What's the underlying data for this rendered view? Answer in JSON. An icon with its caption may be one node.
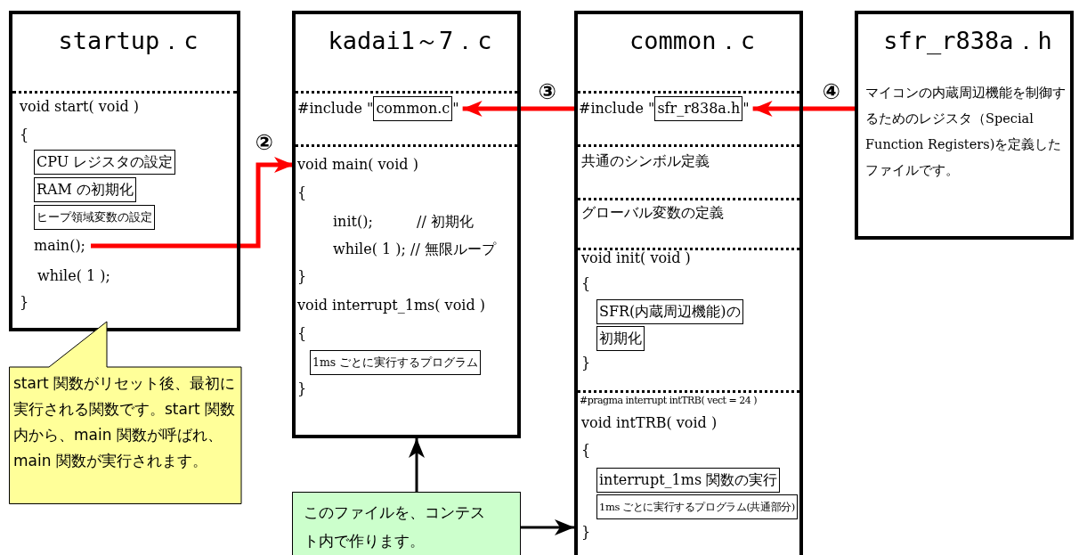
{
  "diagram": {
    "nodes": [
      {
        "text": [
          "startup．c",
          "void start( void )",
          "{",
          "while( 1 );",
          "}"
        ]
      },
      {
        "text": [
          "CPU レジスタの設定"
        ],
        "in": 0
      },
      {
        "text": [
          "RAM の初期化"
        ],
        "in": 0
      },
      {
        "text": [
          "ヒープ領域変数の設定"
        ],
        "in": 0
      },
      {
        "text": [
          "main();"
        ],
        "in": 0
      },
      {
        "text": [
          "kadai1～7．c"
        ]
      },
      {
        "text": [
          "#include \"",
          "\""
        ],
        "in": 5
      },
      {
        "text": [
          "common.c"
        ],
        "in": 6
      },
      {
        "text": [
          "void main( void )",
          "{",
          "init();",
          "// 初期化",
          "while( 1 ); // 無限ループ",
          "}",
          "void interrupt_1ms( void )",
          "{",
          "}"
        ],
        "in": 5
      },
      {
        "text": [
          "1ms ごとに実行するプログラム"
        ],
        "in": 8
      },
      {
        "text": [
          "common．c"
        ]
      },
      {
        "text": [
          "#include \"",
          "\""
        ],
        "in": 10
      },
      {
        "text": [
          "sfr_r838a.h"
        ],
        "in": 11
      },
      {
        "text": [
          "共通のシンボル定義"
        ],
        "in": 10
      },
      {
        "text": [
          "グローバル変数の定義"
        ],
        "in": 10
      },
      {
        "text": [
          "void init( void )",
          "{",
          "}"
        ],
        "in": 10
      },
      {
        "text": [
          "SFR(内蔵周辺機能)の"
        ],
        "in": 15
      },
      {
        "text": [
          "初期化"
        ],
        "in": 15
      },
      {
        "text": [
          "#pragma interrupt intTRB( vect = 24 )",
          "void intTRB( void )",
          "{",
          "}"
        ],
        "in": 10
      },
      {
        "text": [
          "interrupt_1ms 関数の実行"
        ],
        "in": 18
      },
      {
        "text": [
          "1ms ごとに実行するプログラム(共通部分)"
        ],
        "in": 18
      },
      {
        "text": [
          "sfr_r838a．h",
          "マイコンの内蔵周辺機能を制御するためのレジスタ（Special Function Registers)を定義したファイルです。"
        ]
      },
      {
        "text": [
          "start 関数がリセット後、最初に実行される関数です。start 関数内から、main 関数が呼ばれ、main 関数が実行されます。"
        ]
      },
      {
        "text": [
          "このファイルを、コンテスト内で作ります。"
        ]
      }
    ],
    "edges": [
      {
        "from": 4,
        "to": 8,
        "arrow": "to",
        "label": "②"
      },
      {
        "from": 11,
        "to": 6,
        "arrow": "to",
        "label": "③"
      },
      {
        "from": 21,
        "to": 11,
        "arrow": "to",
        "label": "④"
      },
      {
        "from": 23,
        "to": 5,
        "arrow": "to",
        "color": "#000000"
      },
      {
        "from": 23,
        "to": 10,
        "arrow": "to",
        "color": "#000000"
      }
    ]
  }
}
